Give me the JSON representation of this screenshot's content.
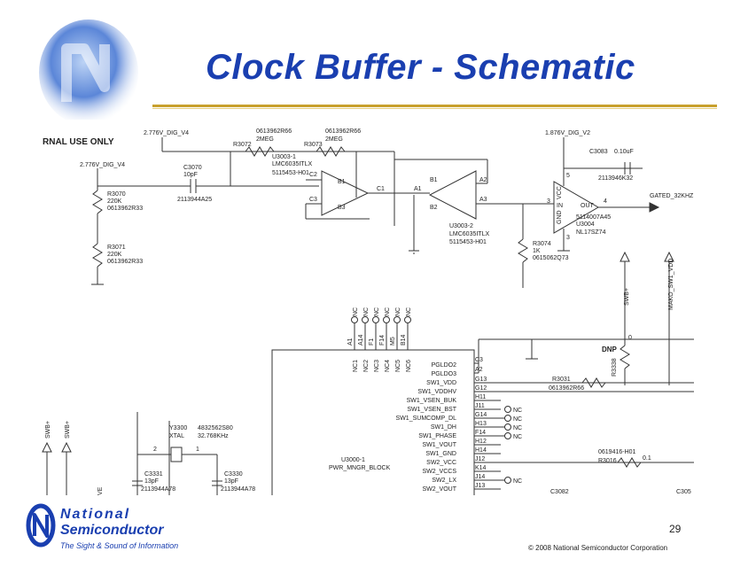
{
  "slide": {
    "title": "Clock Buffer - Schematic",
    "page_number": "29",
    "copyright": "© 2008 National Semiconductor Corporation"
  },
  "logo": {
    "line1": "National",
    "line2": "Semiconductor",
    "tagline": "The Sight & Sound of Information"
  },
  "schematic": {
    "header": "RNAL USE ONLY",
    "rails": {
      "dig_v4_top": "2.776V_DIG_V4",
      "dig_v4_left": "2.776V_DIG_V4",
      "dig_v2": "1.876V_DIG_V2"
    },
    "resistors": {
      "r3072": {
        "ref": "R3072",
        "val": "2MEG",
        "part": "0613962R66"
      },
      "r3073": {
        "ref": "R3073",
        "val": "2MEG",
        "part": "0613962R66"
      },
      "r3070": {
        "ref": "R3070",
        "val": "220K",
        "part": "0613962R33"
      },
      "r3071": {
        "ref": "R3071",
        "val": "220K",
        "part": "0613962R33"
      },
      "r3074": {
        "ref": "R3074",
        "val": "1K",
        "part": "0615062Q73"
      },
      "r3031": {
        "ref": "R3031",
        "part": "0613962R66"
      },
      "r3338": {
        "ref": "R3338"
      },
      "r3016": {
        "ref": "R3016",
        "val": "0.1",
        "part": "0619416-H01"
      }
    },
    "capacitors": {
      "c3070": {
        "ref": "C3070",
        "val": "10pF",
        "part": "2113944A25"
      },
      "c3083": {
        "ref": "C3083",
        "val": "0.10uF",
        "part": "2113946K32"
      },
      "c3331": {
        "ref": "C3331",
        "val": "13pF",
        "part": "2113944A78"
      },
      "c3330": {
        "ref": "C3330",
        "val": "13pF",
        "part": "2113944A78"
      },
      "c3082": {
        "ref": "C3082"
      },
      "c305": {
        "ref": "C305"
      }
    },
    "opamp1": {
      "ref": "U3003-1",
      "part": "LMC6035ITLX",
      "pn": "5115453-H01",
      "pins": [
        "C2",
        "B1",
        "C1",
        "C3",
        "B3"
      ]
    },
    "opamp2": {
      "ref": "U3003-2",
      "part": "LMC6035ITLX",
      "pn": "5115453-H01",
      "pins": [
        "A1",
        "B1",
        "A2",
        "B2",
        "A3"
      ]
    },
    "buffer": {
      "ref": "U3004",
      "part": "NL17SZ74",
      "pn": "5114007A45",
      "pins": [
        "VCC",
        "GND",
        "IN",
        "OUT"
      ],
      "pin_nums": [
        "5",
        "3",
        "3",
        "4"
      ]
    },
    "output_net": "GATED_32KHZ",
    "right_nets": [
      "SWB+",
      "MAKO_SW1_VDD"
    ],
    "dnp": "DNP",
    "left_nets": [
      "SWB+",
      "SWB+",
      "VE"
    ],
    "nc_top": {
      "label": "NC",
      "count": 6,
      "pins": [
        "A1",
        "A14",
        "F1",
        "F14",
        "M5",
        "B14"
      ],
      "pads": [
        "NC1",
        "NC2",
        "NC3",
        "NC4",
        "NC5",
        "NC6"
      ]
    },
    "pmic": {
      "ref": "U3000-1",
      "name": "PWR_MNGR_BLOCK",
      "pins": [
        {
          "name": "PGLDO2",
          "num": "C3"
        },
        {
          "name": "PGLDO3",
          "num": "A2"
        },
        {
          "name": "SW1_VDD",
          "num": "G13"
        },
        {
          "name": "SW1_VDDHV",
          "num": "G12"
        },
        {
          "name": "SW1_VSEN_BUK",
          "num": "H11"
        },
        {
          "name": "SW1_VSEN_BST",
          "num": "J11"
        },
        {
          "name": "SW1_SUMCOMP_DL",
          "num": "G14"
        },
        {
          "name": "SW1_DH",
          "num": "H13"
        },
        {
          "name": "SW1_PHASE",
          "num": "F14"
        },
        {
          "name": "SW1_VOUT",
          "num": "H12"
        },
        {
          "name": "SW1_GND",
          "num": "H14"
        },
        {
          "name": "SW2_VCC",
          "num": "J12"
        },
        {
          "name": "SW2_VCCS",
          "num": "K14"
        },
        {
          "name": "SW2_LX",
          "num": "J14"
        },
        {
          "name": "SW2_VOUT",
          "num": "J13"
        }
      ],
      "nc_pins": [
        "SW1_VSEN_BST",
        "SW1_SUMCOMP_DL",
        "SW1_DH",
        "SW1_PHASE",
        "SW2_LX"
      ]
    },
    "crystal": {
      "ref": "Y3300",
      "type": "XTAL",
      "part": "4832562S80",
      "freq": "32.768KHz",
      "pins": [
        "2",
        "1"
      ]
    },
    "misc_labels": [
      "0",
      "R3016"
    ]
  }
}
